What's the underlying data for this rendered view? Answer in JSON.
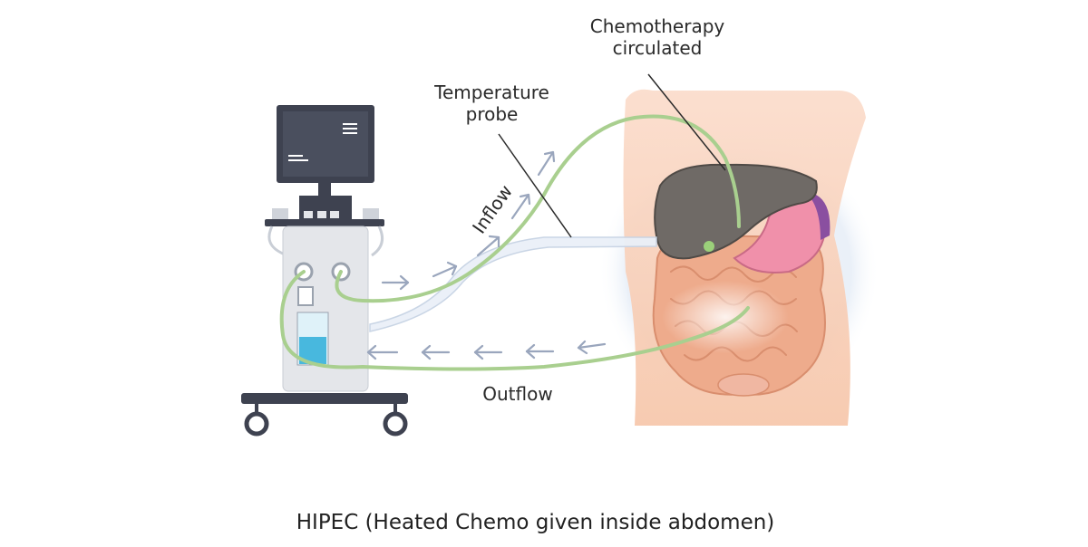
{
  "labels": {
    "chemo_line1": "Chemotherapy",
    "chemo_line2": "circulated",
    "probe_line1": "Temperature",
    "probe_line2": "probe",
    "inflow": "Inflow",
    "outflow": "Outflow"
  },
  "caption": "HIPEC (Heated Chemo given inside abdomen)",
  "colors": {
    "tube": "#a9cf8f",
    "arrow": "#9aa6bd",
    "liver": "#6f6a66",
    "stomach": "#ef8fa8",
    "intestine": "#e9a586",
    "skin": "#f6c3a4",
    "fluid": "#48b8de",
    "machine_body": "#e4e6ea",
    "machine_dark": "#3e4250"
  },
  "icons": [
    "monitor-icon",
    "wheel-icon",
    "flow-arrow-icon"
  ]
}
